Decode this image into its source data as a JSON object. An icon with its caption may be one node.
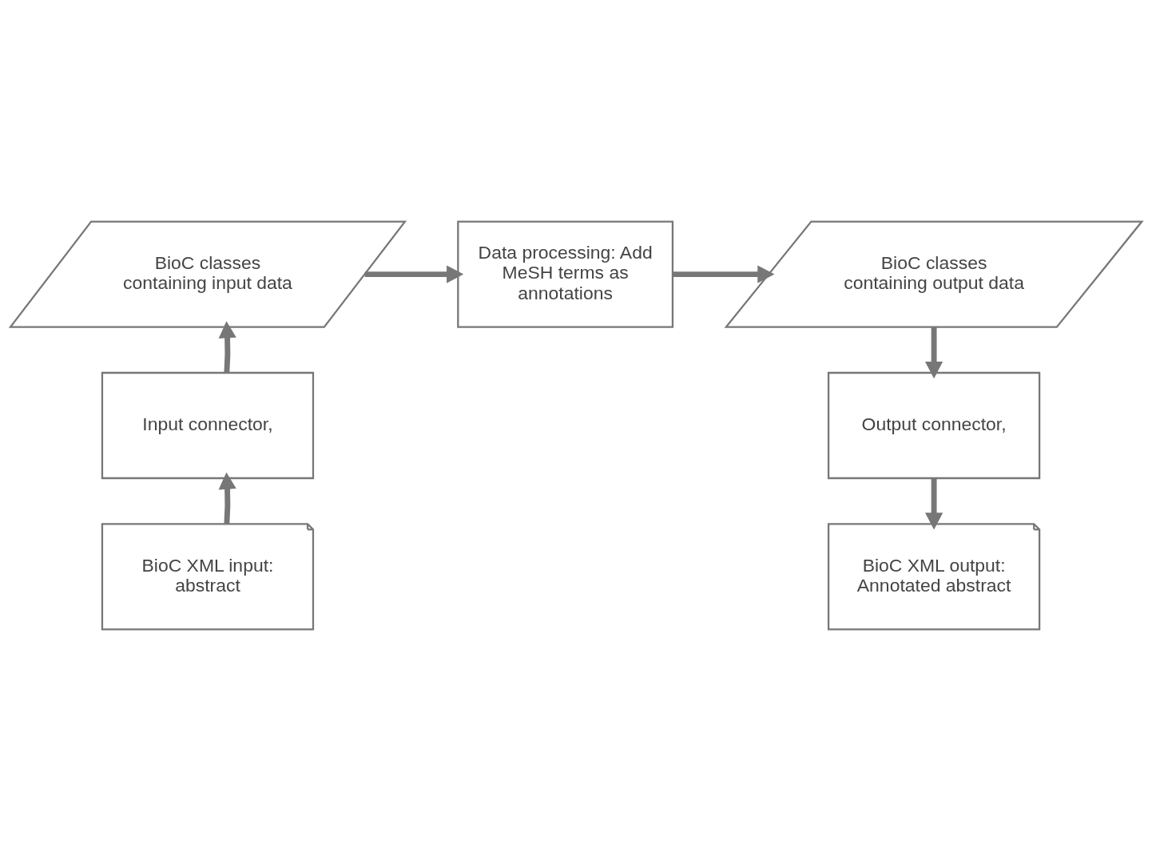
{
  "diagram": {
    "nodes": [
      {
        "text": [
          "BioC classes containing input data"
        ]
      },
      {
        "text": [
          "Data processing: Add MeSH terms as annotations"
        ]
      },
      {
        "text": [
          "BioC classes containing output data"
        ]
      },
      {
        "text": [
          "Input connector,"
        ]
      },
      {
        "text": [
          "Output connector,"
        ]
      },
      {
        "text": [
          "BioC XML input: abstract"
        ]
      },
      {
        "text": [
          "BioC XML output: Annotated abstract"
        ]
      }
    ],
    "edges": [
      {
        "from": 0,
        "to": 1,
        "arrow": "to"
      },
      {
        "from": 1,
        "to": 2,
        "arrow": "to"
      },
      {
        "from": 3,
        "to": 0,
        "arrow": "to"
      },
      {
        "from": 5,
        "to": 3,
        "arrow": "to"
      },
      {
        "from": 2,
        "to": 4,
        "arrow": "to"
      },
      {
        "from": 4,
        "to": 6,
        "arrow": "to"
      }
    ]
  }
}
